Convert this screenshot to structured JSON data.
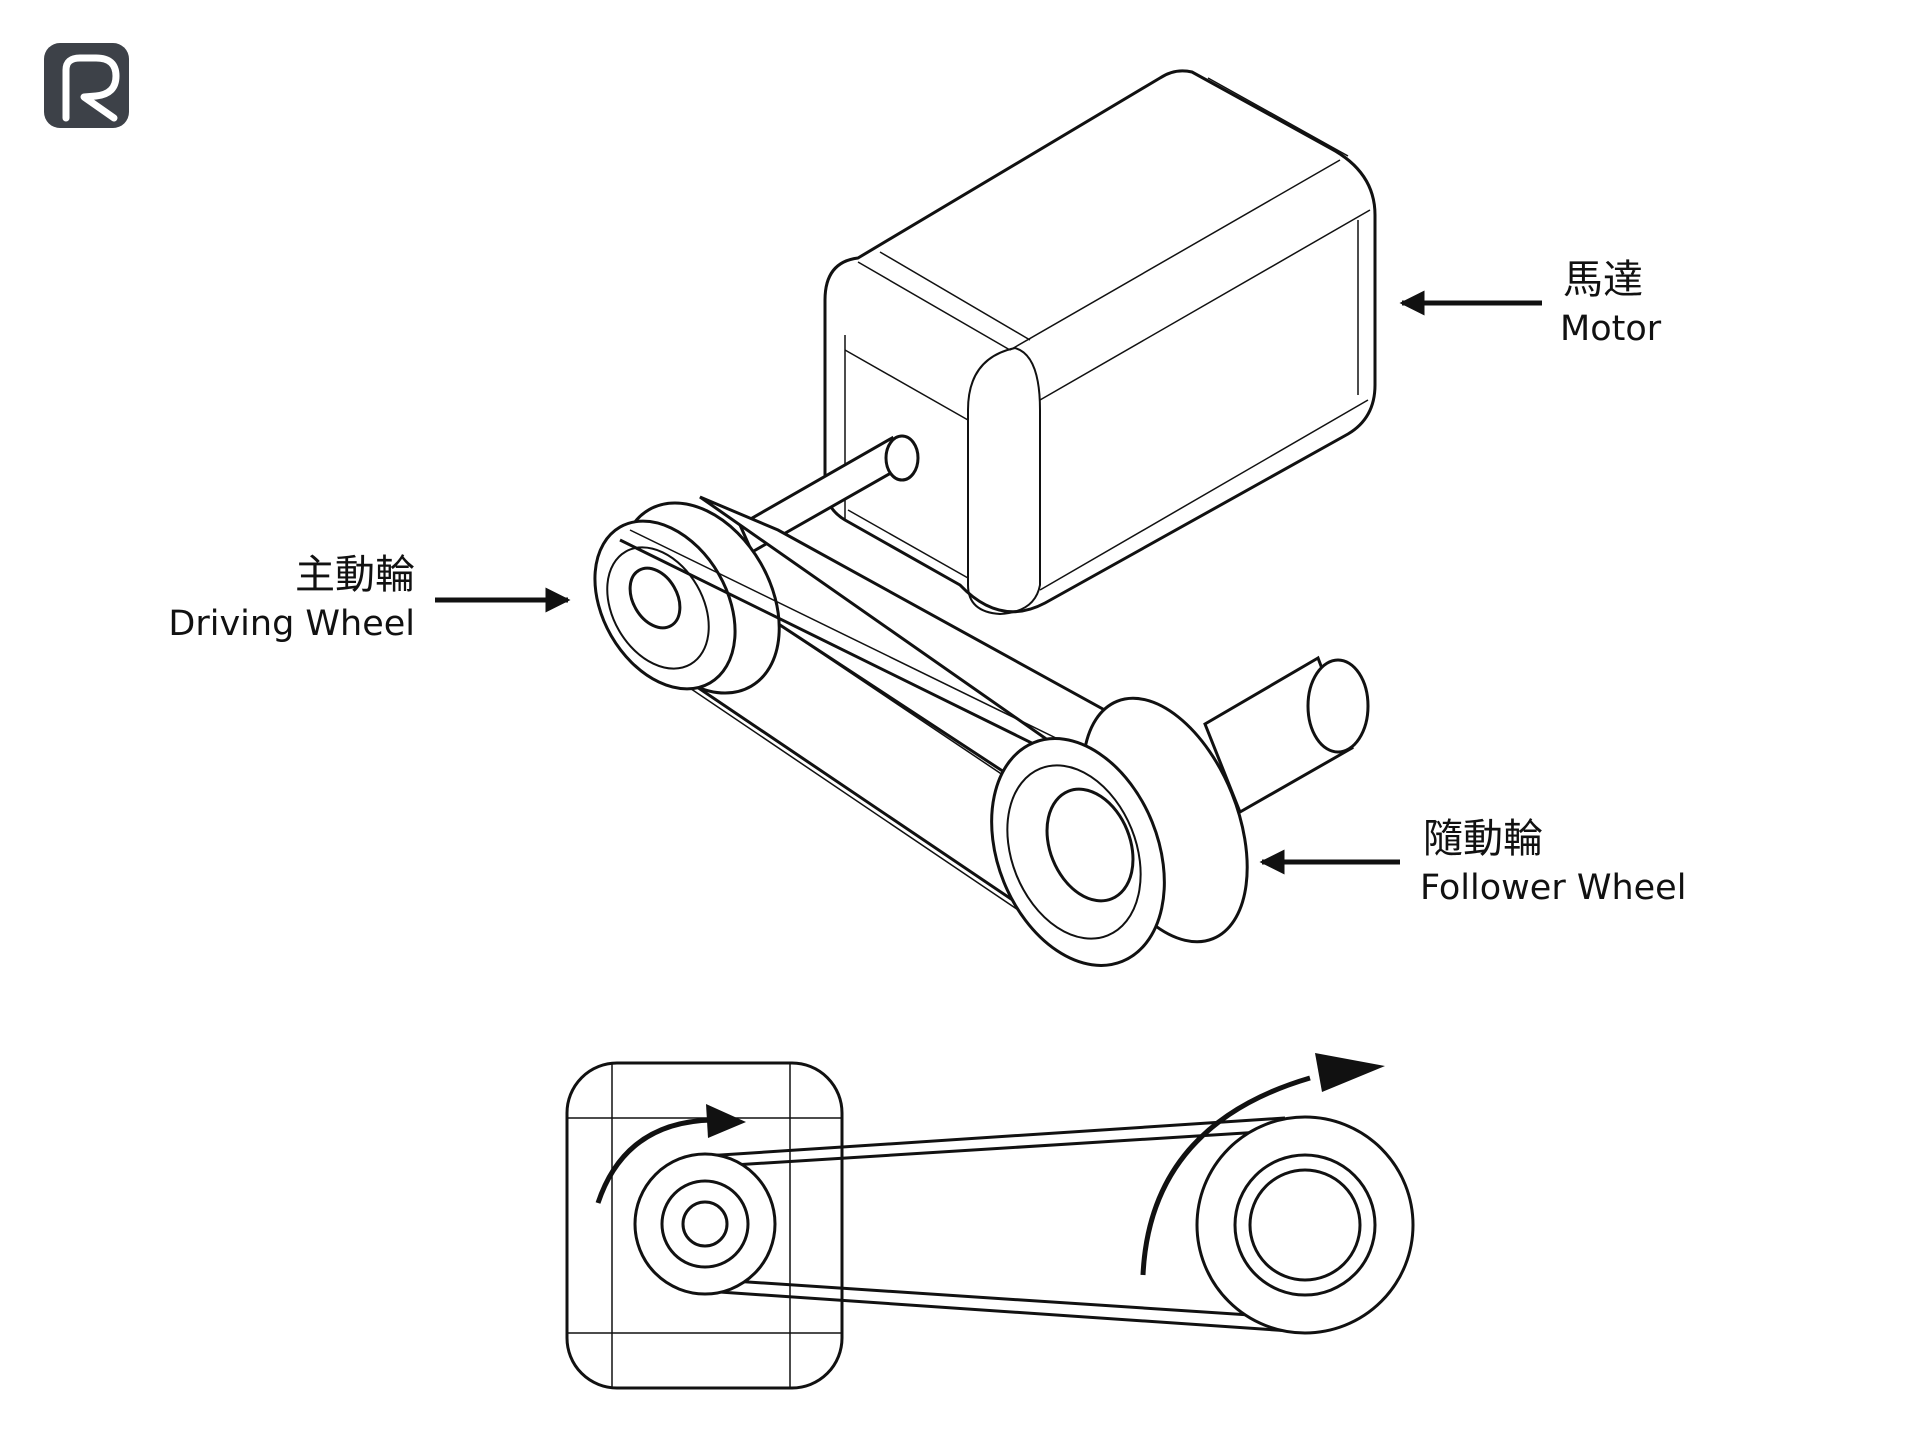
{
  "colors": {
    "ink": "#111111",
    "background": "#ffffff",
    "logo": "#3d4148"
  },
  "logo": {
    "icon": "letter-r-logo-icon"
  },
  "labels": {
    "motor": {
      "cn": "馬達",
      "en": "Motor"
    },
    "driving_wheel": {
      "cn": "主動輪",
      "en": "Driving Wheel"
    },
    "follower_wheel": {
      "cn": "隨動輪",
      "en": "Follower Wheel"
    }
  }
}
